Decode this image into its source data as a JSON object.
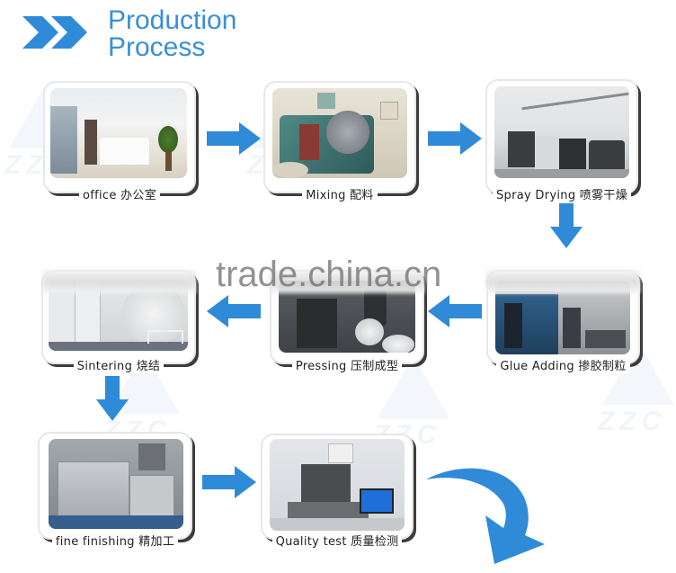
{
  "header": {
    "title_line1": "Production",
    "title_line2": "Process",
    "icon": "double-chevron-right-icon",
    "accent_color": "#3a8fd6"
  },
  "watermark": {
    "site_text": "trade.china.cn",
    "logo_text": "ZZC"
  },
  "steps": [
    {
      "id": "office",
      "label": "office 办公室",
      "order": 1
    },
    {
      "id": "mixing",
      "label": "Mixing 配料",
      "order": 2
    },
    {
      "id": "spray-drying",
      "label": "Spray Drying 喷雾干燥",
      "order": 3
    },
    {
      "id": "glue-adding",
      "label": "Glue Adding 掺胶制粒",
      "order": 4
    },
    {
      "id": "pressing",
      "label": "Pressing 压制成型",
      "order": 5
    },
    {
      "id": "sintering",
      "label": "Sintering 烧结",
      "order": 6
    },
    {
      "id": "fine-finishing",
      "label": "fine finishing 精加工",
      "order": 7
    },
    {
      "id": "quality-test",
      "label": "Quality test 质量检测",
      "order": 8
    }
  ],
  "arrows": [
    {
      "from": "office",
      "to": "mixing",
      "direction": "right"
    },
    {
      "from": "mixing",
      "to": "spray-drying",
      "direction": "right"
    },
    {
      "from": "spray-drying",
      "to": "glue-adding",
      "direction": "down"
    },
    {
      "from": "glue-adding",
      "to": "pressing",
      "direction": "left"
    },
    {
      "from": "pressing",
      "to": "sintering",
      "direction": "left"
    },
    {
      "from": "sintering",
      "to": "fine-finishing",
      "direction": "down"
    },
    {
      "from": "fine-finishing",
      "to": "quality-test",
      "direction": "right"
    },
    {
      "from": "quality-test",
      "to": "next",
      "direction": "curved-down-right"
    }
  ],
  "colors": {
    "arrow": "#2f8bd8",
    "title": "#3a8fd6",
    "frame_shadow": "#3c3c3c"
  }
}
